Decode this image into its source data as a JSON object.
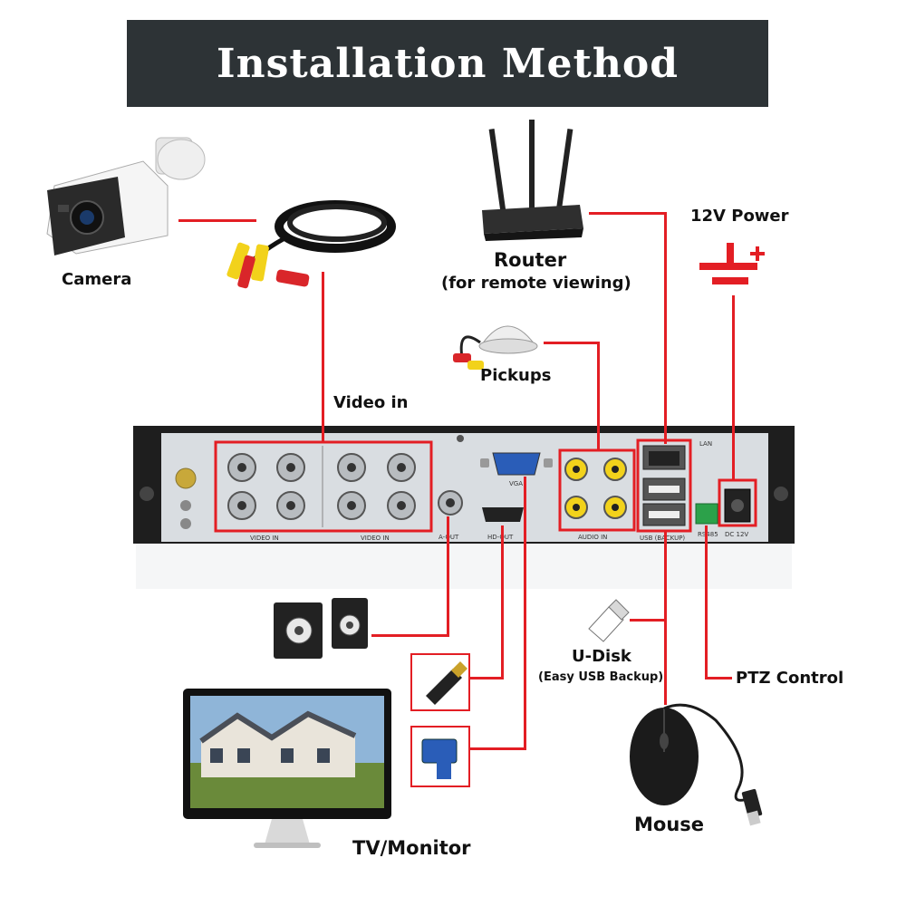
{
  "title": "Installation Method",
  "labels": {
    "camera": "Camera",
    "video_in": "Video in",
    "router": "Router",
    "router_sub": "(for remote viewing)",
    "power": "12V Power",
    "pickups": "Pickups",
    "udisk": "U-Disk",
    "udisk_sub": "(Easy USB Backup)",
    "ptz": "PTZ Control",
    "tv": "TV/Monitor",
    "mouse": "Mouse"
  },
  "panel_labels": {
    "video_in_left": "VIDEO IN",
    "video_in_right": "VIDEO IN",
    "a_out": "A-OUT",
    "hd_out": "HD-OUT",
    "vga": "VGA",
    "audio_in": "AUDIO IN",
    "lan": "LAN",
    "usb": "USB (BACKUP)",
    "rs485": "RS485",
    "dc12v": "DC 12V"
  },
  "colors": {
    "title_bg": "#2d3336",
    "wire": "#e31e24",
    "dvr_body": "#d9dde1"
  }
}
